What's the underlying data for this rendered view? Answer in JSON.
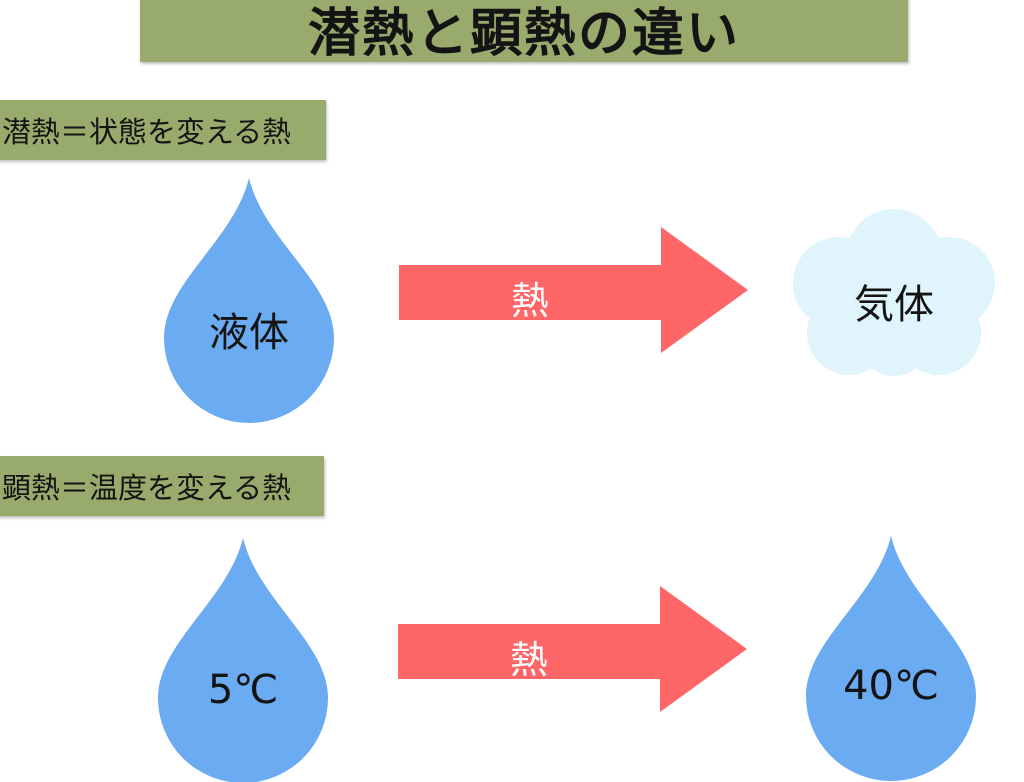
{
  "title": "潜熱と顕熱の違い",
  "latent_heat": {
    "label": "潜熱＝状態を変える熱",
    "from": "液体",
    "arrow": "熱",
    "to": "気体"
  },
  "sensible_heat": {
    "label": "顕熱＝温度を変える熱",
    "from": "5℃",
    "arrow": "熱",
    "to": "40℃"
  },
  "colors": {
    "label_bg": "#98ab6c",
    "drop": "#6aabf2",
    "arrow": "#fe6667",
    "cloud": "#e0f4fc"
  }
}
